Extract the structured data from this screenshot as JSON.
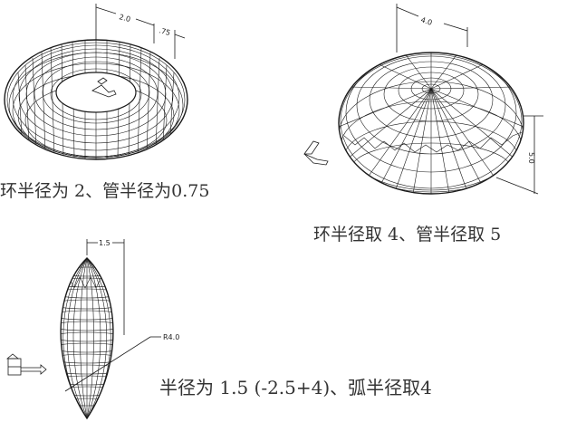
{
  "figures": [
    {
      "id": "torus",
      "caption": "环半径为 2、管半径为0.75",
      "dimensions": {
        "ring_radius": "2.0",
        "tube_radius": ".75"
      }
    },
    {
      "id": "self-intersecting-torus",
      "caption": "环半径取  4、管半径取 5",
      "dimensions": {
        "ring_radius": "4.0",
        "tube_radius": "5.0"
      }
    },
    {
      "id": "spindle-torus",
      "caption": "半径为 1.5 (-2.5+4)、弧半径取4",
      "dimensions": {
        "radius": "1.5",
        "arc_radius": "R4.0"
      }
    }
  ],
  "colors": {
    "line": "#1a1a1a",
    "background": "#ffffff",
    "caption": "#333333"
  }
}
